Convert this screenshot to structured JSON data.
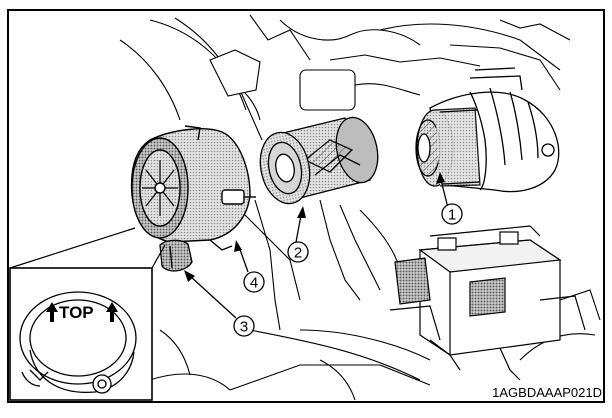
{
  "figure": {
    "callouts": [
      {
        "number": "1",
        "label": "①"
      },
      {
        "number": "2",
        "label": "②"
      },
      {
        "number": "3",
        "label": "③"
      },
      {
        "number": "4",
        "label": "④"
      }
    ],
    "inset_label": "TOP",
    "figure_code": "1AGBDAAAP021D"
  },
  "colors": {
    "line": "#000000",
    "shade": "#c8c8c8",
    "dark_shade": "#8a8a8a",
    "background": "#ffffff"
  }
}
